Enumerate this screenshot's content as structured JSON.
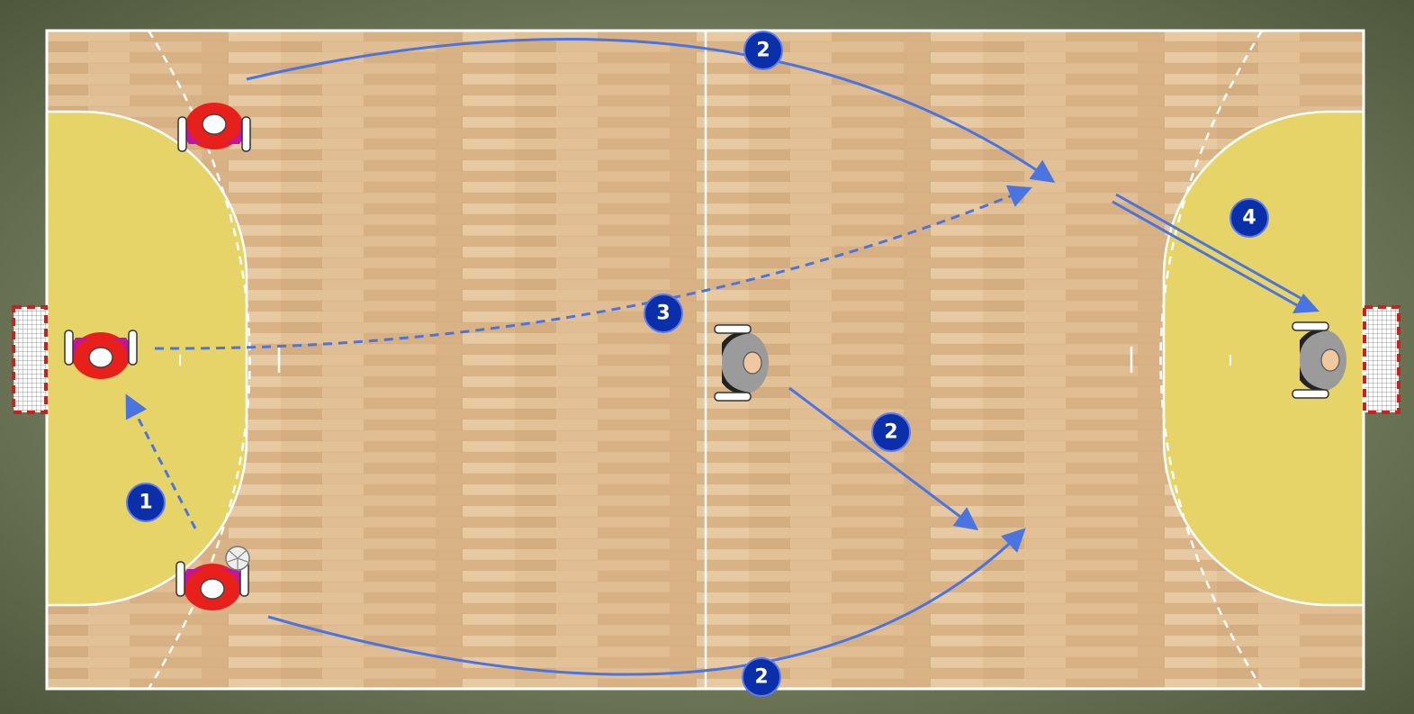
{
  "diagram": {
    "type": "handball-court-tactic",
    "colors": {
      "frame": "#6f7a5a",
      "floor": "#dcb78c",
      "goal_area": "#e6d468",
      "lines": "#ffffff",
      "arrow": "#4a74df",
      "badge": "#0a2fa8",
      "attacker_shirt": "#e8201c",
      "attacker_accent": "#c0169e",
      "defender_shirt": "#9b9b9b",
      "defender_trim": "#222222",
      "goal_net": "#cc1f1f"
    },
    "players": [
      {
        "team": "attack",
        "icon": "attacker-icon",
        "has_ball": false
      },
      {
        "team": "attack",
        "icon": "attacker-icon",
        "has_ball": false
      },
      {
        "team": "attack",
        "icon": "attacker-icon",
        "has_ball": true
      },
      {
        "team": "defense",
        "icon": "defender-icon",
        "has_ball": false
      },
      {
        "team": "defense",
        "icon": "goalkeeper-icon",
        "has_ball": false
      }
    ],
    "movements": [
      {
        "label": "1",
        "kind": "pass",
        "style": "dashed"
      },
      {
        "label": "2",
        "kind": "run",
        "style": "solid"
      },
      {
        "label": "2",
        "kind": "run",
        "style": "solid"
      },
      {
        "label": "2",
        "kind": "run",
        "style": "solid"
      },
      {
        "label": "3",
        "kind": "pass",
        "style": "dashed"
      },
      {
        "label": "4",
        "kind": "shot",
        "style": "double"
      }
    ]
  }
}
